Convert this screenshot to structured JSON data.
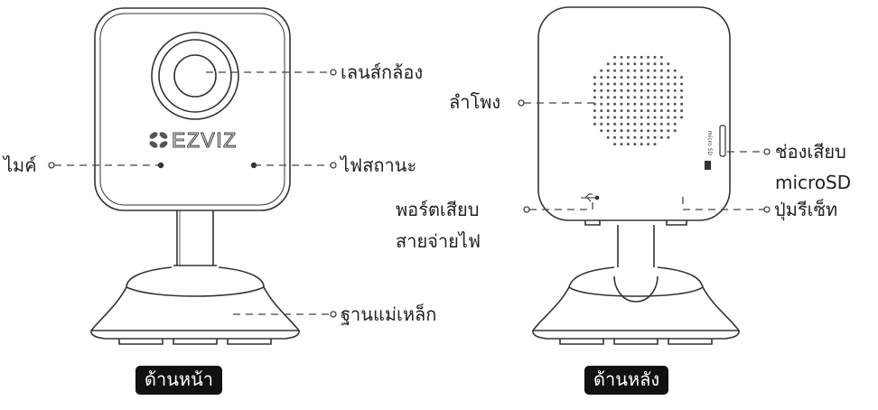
{
  "front": {
    "view_label": "ด้านหน้า",
    "brand_text": "EZVIZ",
    "callouts": {
      "lens": "เลนส์กล้อง",
      "mic": "ไมค์",
      "status": "ไฟสถานะ",
      "base": "ฐานแม่เหล็ก"
    }
  },
  "back": {
    "view_label": "ด้านหลัง",
    "slot_text": "micro SD",
    "callouts": {
      "speaker": "ลำโพง",
      "sd_slot_line1": "ช่องเสียบ",
      "sd_slot_line2": "microSD",
      "power_port_line1": "พอร์ตเสียบ",
      "power_port_line2": "สายจ่ายไฟ",
      "reset": "ปุ่มรีเซ็ท"
    }
  },
  "colors": {
    "stroke": "#333333",
    "badge_bg": "#111111",
    "badge_text": "#ffffff"
  }
}
